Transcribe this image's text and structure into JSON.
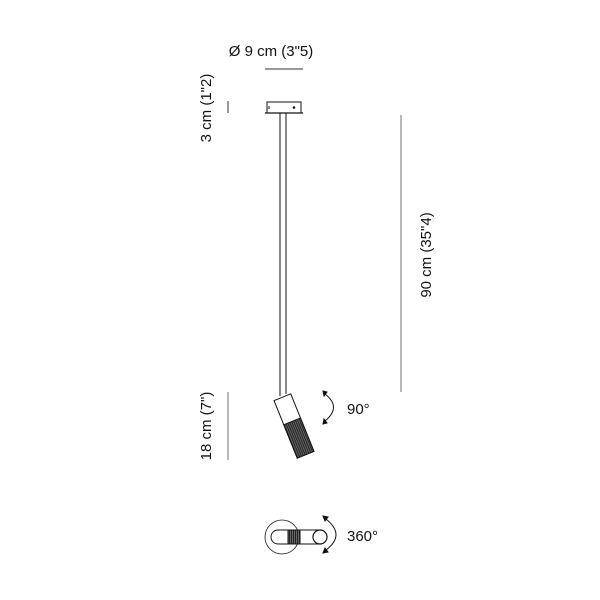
{
  "labels": {
    "diameter": "Ø 9 cm (3\"5)",
    "canopy_height": "3 cm (1\"2)",
    "cable_length": "90 cm (35\"4)",
    "head_length": "18 cm (7\")",
    "tilt": "90°",
    "rotation": "360°"
  },
  "colors": {
    "line": "#111111",
    "dim_line": "#888888",
    "shade": "#333333"
  }
}
